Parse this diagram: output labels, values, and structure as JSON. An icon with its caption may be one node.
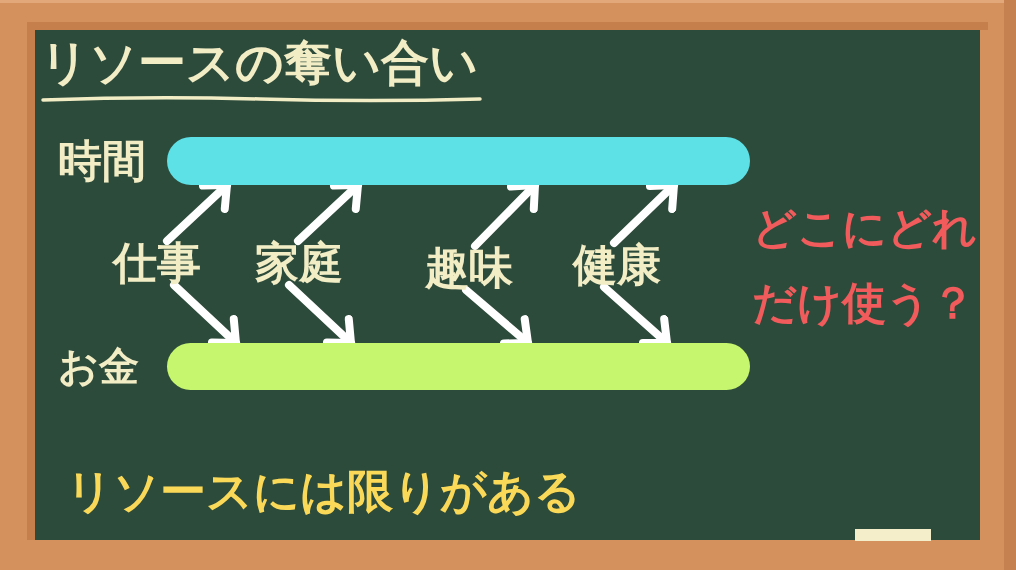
{
  "diagram": {
    "title": "リソースの奪い合い",
    "nodes": [
      {
        "text": [
          "時間"
        ]
      },
      {
        "text": [
          "仕事"
        ]
      },
      {
        "text": [
          "家庭"
        ]
      },
      {
        "text": [
          "趣味"
        ]
      },
      {
        "text": [
          "健康"
        ]
      },
      {
        "text": [
          "お金"
        ]
      }
    ],
    "edges": [
      {
        "from": 1,
        "to": 0,
        "arrow": "to"
      },
      {
        "from": 1,
        "to": 5,
        "arrow": "to"
      },
      {
        "from": 2,
        "to": 0,
        "arrow": "to"
      },
      {
        "from": 2,
        "to": 5,
        "arrow": "to"
      },
      {
        "from": 3,
        "to": 0,
        "arrow": "to"
      },
      {
        "from": 3,
        "to": 5,
        "arrow": "to"
      },
      {
        "from": 4,
        "to": 0,
        "arrow": "to"
      },
      {
        "from": 4,
        "to": 5,
        "arrow": "to"
      }
    ],
    "labels": [
      "どこにどれだけ使う？",
      "リソースには限りがある"
    ]
  }
}
